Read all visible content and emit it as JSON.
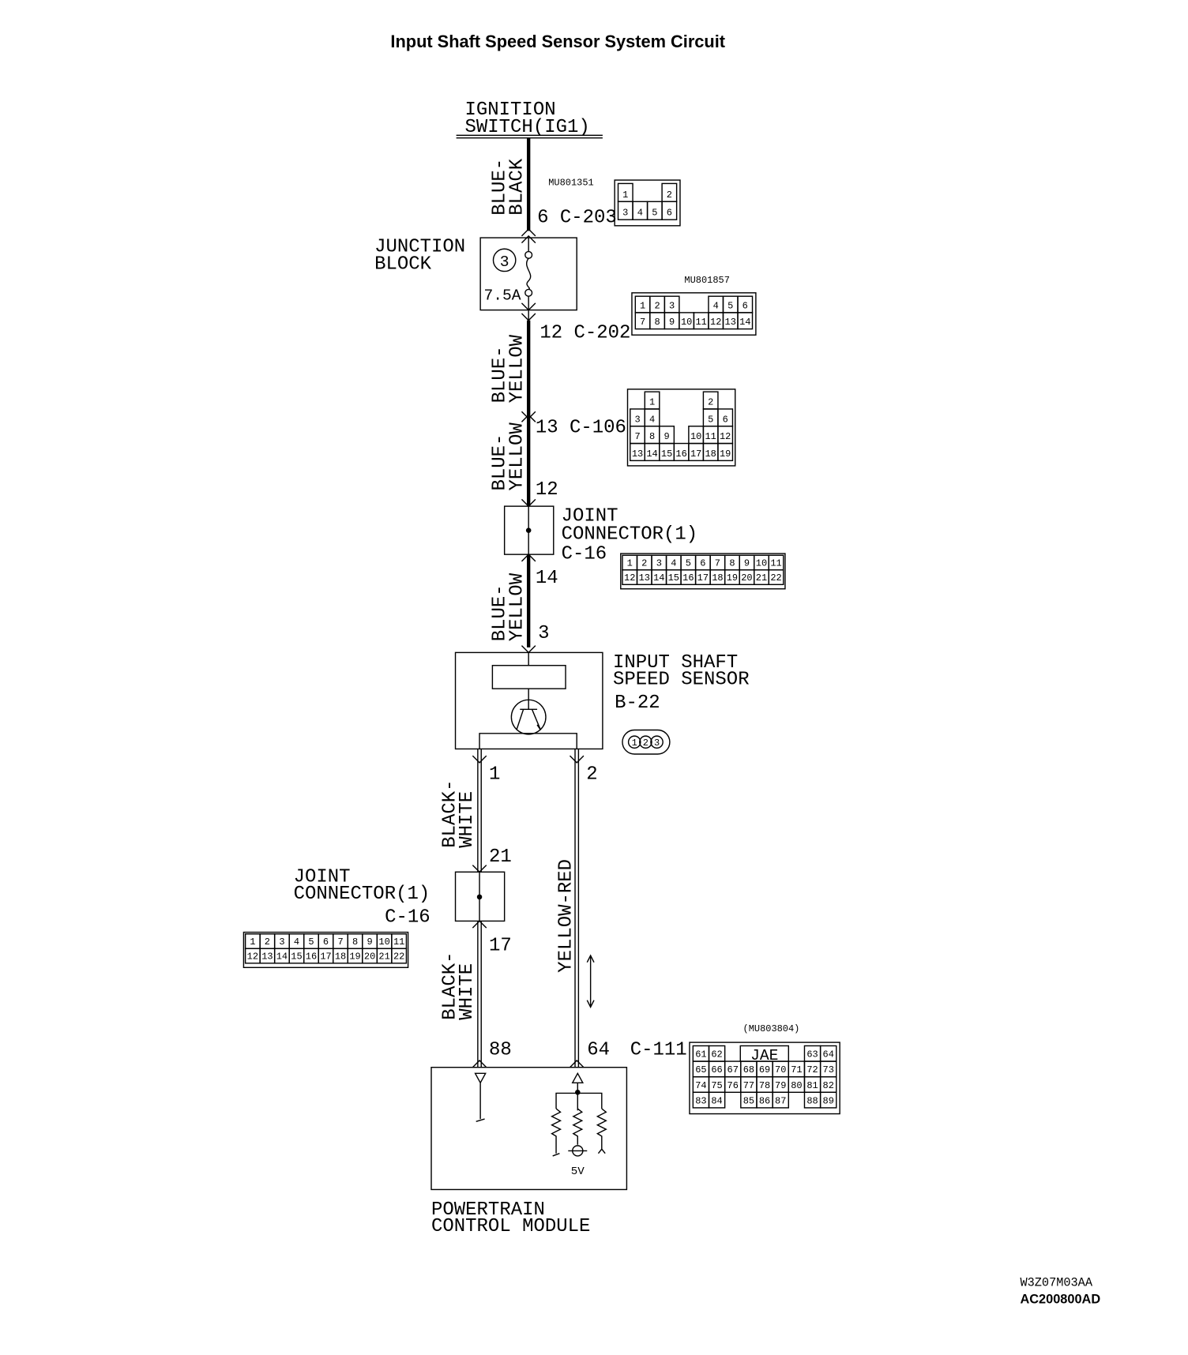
{
  "title": "Input Shaft Speed Sensor System Circuit",
  "ignition": {
    "line1": "IGNITION",
    "line2": "SWITCH(IG1)"
  },
  "wires": {
    "w1": {
      "l1": "BLUE-",
      "l2": "BLACK"
    },
    "w2": {
      "l1": "BLUE-",
      "l2": "YELLOW"
    },
    "w3": {
      "l1": "BLUE-",
      "l2": "YELLOW"
    },
    "w4": {
      "l1": "BLUE-",
      "l2": "YELLOW"
    },
    "w5": {
      "l1": "BLACK-",
      "l2": "WHITE"
    },
    "w6": {
      "l1": "BLACK-",
      "l2": "WHITE"
    },
    "w7": "YELLOW-RED"
  },
  "pins": {
    "c203": "6  C-203",
    "c202": "12 C-202",
    "c106": "13 C-106",
    "j12": "12",
    "j14": "14",
    "s3": "3",
    "s1": "1",
    "s2": "2",
    "j21": "21",
    "j17": "17",
    "p88": "88",
    "p64": "64",
    "c111": "C-111"
  },
  "junction_block": {
    "line1": "JUNCTION",
    "line2": "BLOCK",
    "fuse_no": "3",
    "fuse_rating": "7.5A"
  },
  "joint_connector_upper": {
    "line1": "JOINT",
    "line2": "CONNECTOR(1)",
    "code": "C-16"
  },
  "joint_connector_lower": {
    "line1": "JOINT",
    "line2": "CONNECTOR(1)",
    "code": "C-16"
  },
  "sensor": {
    "line1": "INPUT  SHAFT",
    "line2": "SPEED  SENSOR",
    "code": "B-22"
  },
  "pcm": {
    "line1": "POWERTRAIN",
    "line2": "CONTROL  MODULE",
    "voltage": "5V"
  },
  "connectors": {
    "c203": {
      "part": "MU801351",
      "rows": [
        [
          "1",
          null,
          null,
          "2"
        ],
        [
          "3",
          "4",
          "5",
          "6"
        ]
      ]
    },
    "c202": {
      "part": "MU801857",
      "rows": [
        [
          "1",
          "2",
          "3",
          null,
          null,
          "4",
          "5",
          "6"
        ],
        [
          "7",
          "8",
          "9",
          "10",
          "11",
          "12",
          "13",
          "14"
        ]
      ]
    },
    "c106": {
      "rows": [
        [
          null,
          "1",
          null,
          null,
          null,
          "2",
          null
        ],
        [
          "3",
          "4",
          null,
          null,
          null,
          "5",
          "6"
        ],
        [
          "7",
          "8",
          "9",
          null,
          "10",
          "11",
          "12"
        ],
        [
          "13",
          "14",
          "15",
          "16",
          "17",
          "18",
          "19"
        ]
      ]
    },
    "c16a": {
      "rows": [
        [
          "1",
          "2",
          "3",
          "4",
          "5",
          "6",
          "7",
          "8",
          "9",
          "10",
          "11"
        ],
        [
          "12",
          "13",
          "14",
          "15",
          "16",
          "17",
          "18",
          "19",
          "20",
          "21",
          "22"
        ]
      ]
    },
    "c16b": {
      "rows": [
        [
          "1",
          "2",
          "3",
          "4",
          "5",
          "6",
          "7",
          "8",
          "9",
          "10",
          "11"
        ],
        [
          "12",
          "13",
          "14",
          "15",
          "16",
          "17",
          "18",
          "19",
          "20",
          "21",
          "22"
        ]
      ]
    },
    "c111": {
      "part": "(MU803804)",
      "maker": "JAE",
      "rows": [
        [
          "61",
          "62",
          null,
          null,
          null,
          null,
          null,
          "63",
          "64"
        ],
        [
          "65",
          "66",
          "67",
          "68",
          "69",
          "70",
          "71",
          "72",
          "73"
        ],
        [
          "74",
          "75",
          "76",
          "77",
          "78",
          "79",
          "80",
          "81",
          "82"
        ],
        [
          "83",
          "84",
          null,
          "85",
          "86",
          "87",
          null,
          "88",
          "89"
        ]
      ]
    },
    "b22": {
      "pins": [
        "1",
        "2",
        "3"
      ]
    }
  },
  "codes": {
    "line1": "W3Z07M03AA",
    "line2": "AC200800AD"
  }
}
